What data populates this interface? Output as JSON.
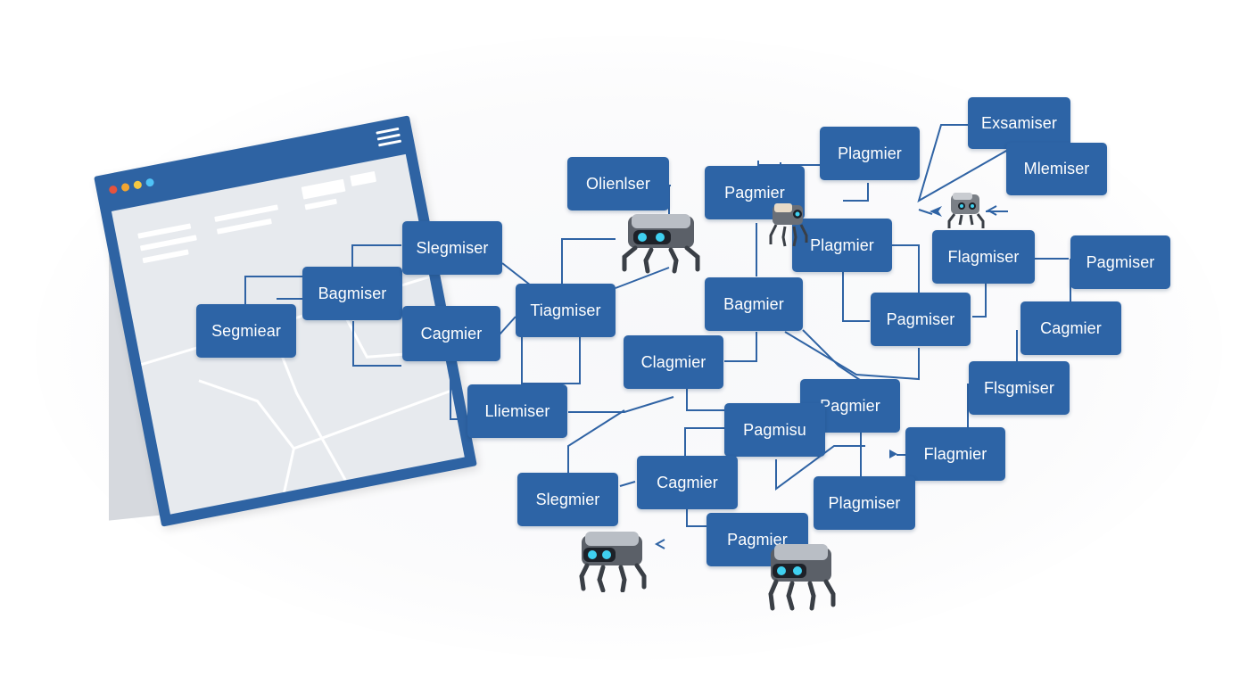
{
  "diagram": {
    "nodes": [
      {
        "id": "n1",
        "label": "Segmiear"
      },
      {
        "id": "n2",
        "label": "Bagmiser"
      },
      {
        "id": "n3",
        "label": "Slegmiser"
      },
      {
        "id": "n4",
        "label": "Cagmier"
      },
      {
        "id": "n5",
        "label": "Lliemiser"
      },
      {
        "id": "n6",
        "label": "Tiagmiser"
      },
      {
        "id": "n7",
        "label": "Olienlser"
      },
      {
        "id": "n8",
        "label": "Pagmier"
      },
      {
        "id": "n9",
        "label": "Plagmier"
      },
      {
        "id": "n10",
        "label": "Plagmier"
      },
      {
        "id": "n11",
        "label": "Bagmier"
      },
      {
        "id": "n12",
        "label": "Clagmier"
      },
      {
        "id": "n13",
        "label": "Pagmiser"
      },
      {
        "id": "n14",
        "label": "Exsamiser"
      },
      {
        "id": "n15",
        "label": "Mlemiser"
      },
      {
        "id": "n16",
        "label": "Flagmiser"
      },
      {
        "id": "n17",
        "label": "Pagmiser"
      },
      {
        "id": "n18",
        "label": "Cagmier"
      },
      {
        "id": "n19",
        "label": "Flsgmiser"
      },
      {
        "id": "n20",
        "label": "Pagmier"
      },
      {
        "id": "n21",
        "label": "Pagmisu"
      },
      {
        "id": "n22",
        "label": "Flagmier"
      },
      {
        "id": "n23",
        "label": "Cagmier"
      },
      {
        "id": "n24",
        "label": "Slegmier"
      },
      {
        "id": "n25",
        "label": "Plagmiser"
      },
      {
        "id": "n26",
        "label": "Pagmier"
      }
    ]
  },
  "browser": {
    "window_dots": [
      "#e5533d",
      "#f2a531",
      "#f5c842",
      "#4fc3f7"
    ]
  },
  "colors": {
    "node_fill": "#2d64a6",
    "node_text": "#ffffff",
    "connector": "#2f63a4",
    "browser_frame": "#2e63a3",
    "robot_eye": "#3fd0f0"
  },
  "icons": [
    "robot-crawler-icon",
    "hamburger-menu-icon",
    "arrow-icon"
  ]
}
